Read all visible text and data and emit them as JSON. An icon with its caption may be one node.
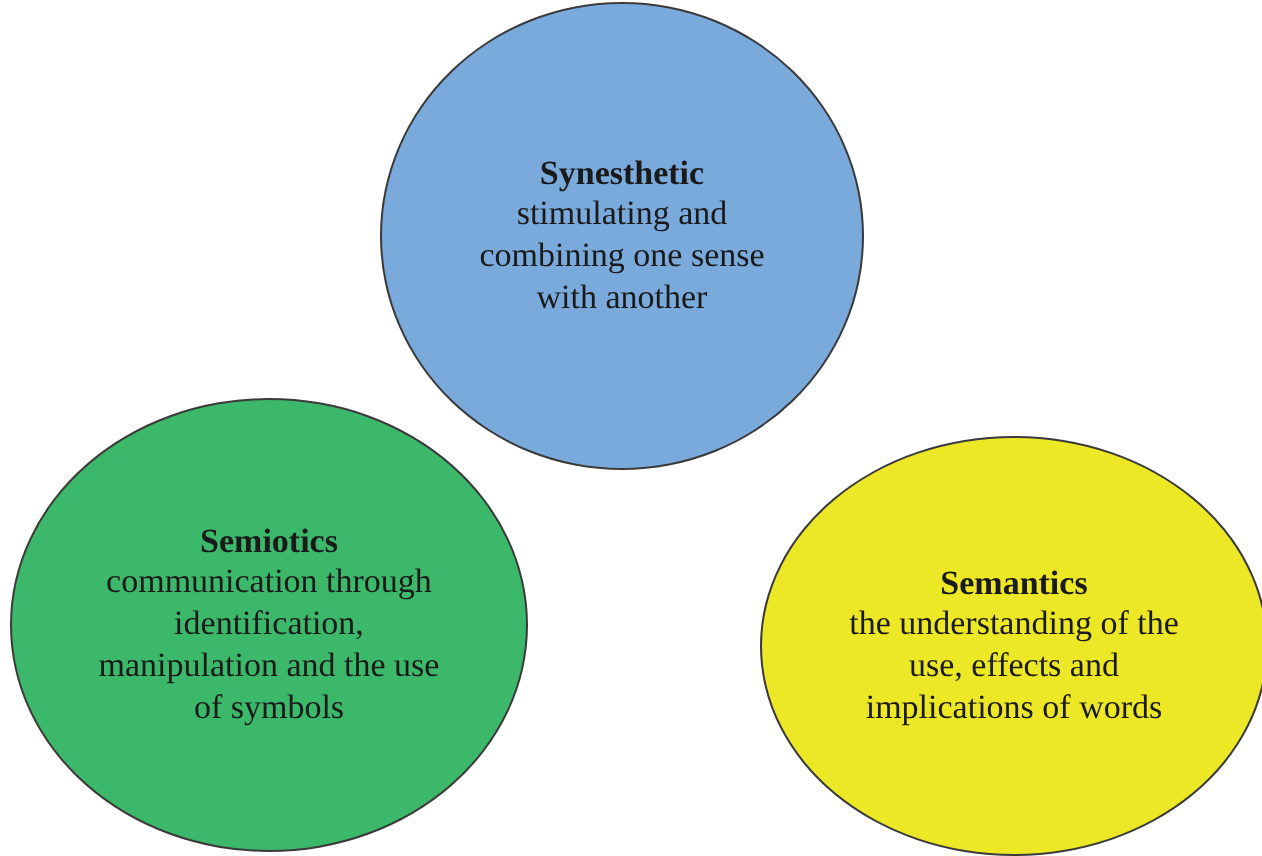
{
  "diagram": {
    "nodes": [
      {
        "text": [
          "Synesthetic",
          "stimulating and combining one sense with another"
        ]
      },
      {
        "text": [
          "Semiotics",
          "communication through identification, manipulation and the use of symbols"
        ]
      },
      {
        "text": [
          "Semantics",
          "the understanding of the use, effects and implications of words"
        ]
      }
    ]
  }
}
